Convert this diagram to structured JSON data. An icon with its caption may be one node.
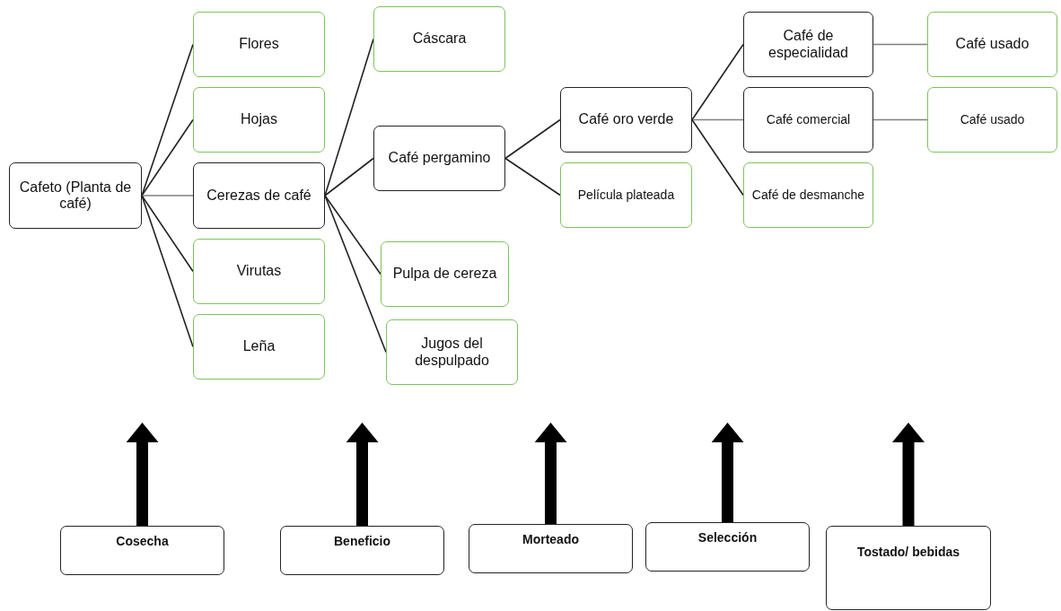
{
  "diagram": {
    "nodes": [
      {
        "text": [
          "Cafeto (Planta de café)"
        ]
      },
      {
        "text": [
          "Flores"
        ]
      },
      {
        "text": [
          "Hojas"
        ]
      },
      {
        "text": [
          "Cerezas de café"
        ]
      },
      {
        "text": [
          "Virutas"
        ]
      },
      {
        "text": [
          "Leña"
        ]
      },
      {
        "text": [
          "Cáscara"
        ]
      },
      {
        "text": [
          "Café pergamino"
        ]
      },
      {
        "text": [
          "Pulpa de cereza"
        ]
      },
      {
        "text": [
          "Jugos del despulpado"
        ]
      },
      {
        "text": [
          "Café oro verde"
        ]
      },
      {
        "text": [
          "Película plateada"
        ]
      },
      {
        "text": [
          "Café de especialidad"
        ]
      },
      {
        "text": [
          "Café comercial"
        ]
      },
      {
        "text": [
          "Café de desmanche"
        ]
      },
      {
        "text": [
          "Café usado"
        ]
      },
      {
        "text": [
          "Café usado"
        ]
      },
      {
        "text": [
          "Cosecha"
        ]
      },
      {
        "text": [
          "Beneficio"
        ]
      },
      {
        "text": [
          "Morteado"
        ]
      },
      {
        "text": [
          "Selección"
        ]
      },
      {
        "text": [
          "Tostado/ bebidas"
        ]
      }
    ],
    "edges": [
      {
        "from": 0,
        "to": 1,
        "arrow": "none"
      },
      {
        "from": 0,
        "to": 2,
        "arrow": "none"
      },
      {
        "from": 0,
        "to": 3,
        "arrow": "none",
        "color": "#7f7f7f"
      },
      {
        "from": 0,
        "to": 4,
        "arrow": "none"
      },
      {
        "from": 0,
        "to": 5,
        "arrow": "none"
      },
      {
        "from": 3,
        "to": 6,
        "arrow": "none"
      },
      {
        "from": 3,
        "to": 7,
        "arrow": "none"
      },
      {
        "from": 3,
        "to": 8,
        "arrow": "none"
      },
      {
        "from": 3,
        "to": 9,
        "arrow": "none"
      },
      {
        "from": 7,
        "to": 10,
        "arrow": "none"
      },
      {
        "from": 7,
        "to": 11,
        "arrow": "none"
      },
      {
        "from": 10,
        "to": 12,
        "arrow": "none"
      },
      {
        "from": 10,
        "to": 13,
        "arrow": "none",
        "color": "#7f7f7f"
      },
      {
        "from": 10,
        "to": 14,
        "arrow": "none"
      },
      {
        "from": 12,
        "to": 15,
        "arrow": "none",
        "color": "#7f7f7f"
      },
      {
        "from": 13,
        "to": 16,
        "arrow": "none",
        "color": "#7f7f7f"
      },
      {
        "from": 17,
        "to": null,
        "arrow": "to",
        "style": "thick"
      },
      {
        "from": 18,
        "to": null,
        "arrow": "to",
        "style": "thick"
      },
      {
        "from": 19,
        "to": null,
        "arrow": "to",
        "style": "thick"
      },
      {
        "from": 20,
        "to": null,
        "arrow": "to",
        "style": "thick"
      },
      {
        "from": 21,
        "to": null,
        "arrow": "to",
        "style": "thick"
      }
    ]
  }
}
